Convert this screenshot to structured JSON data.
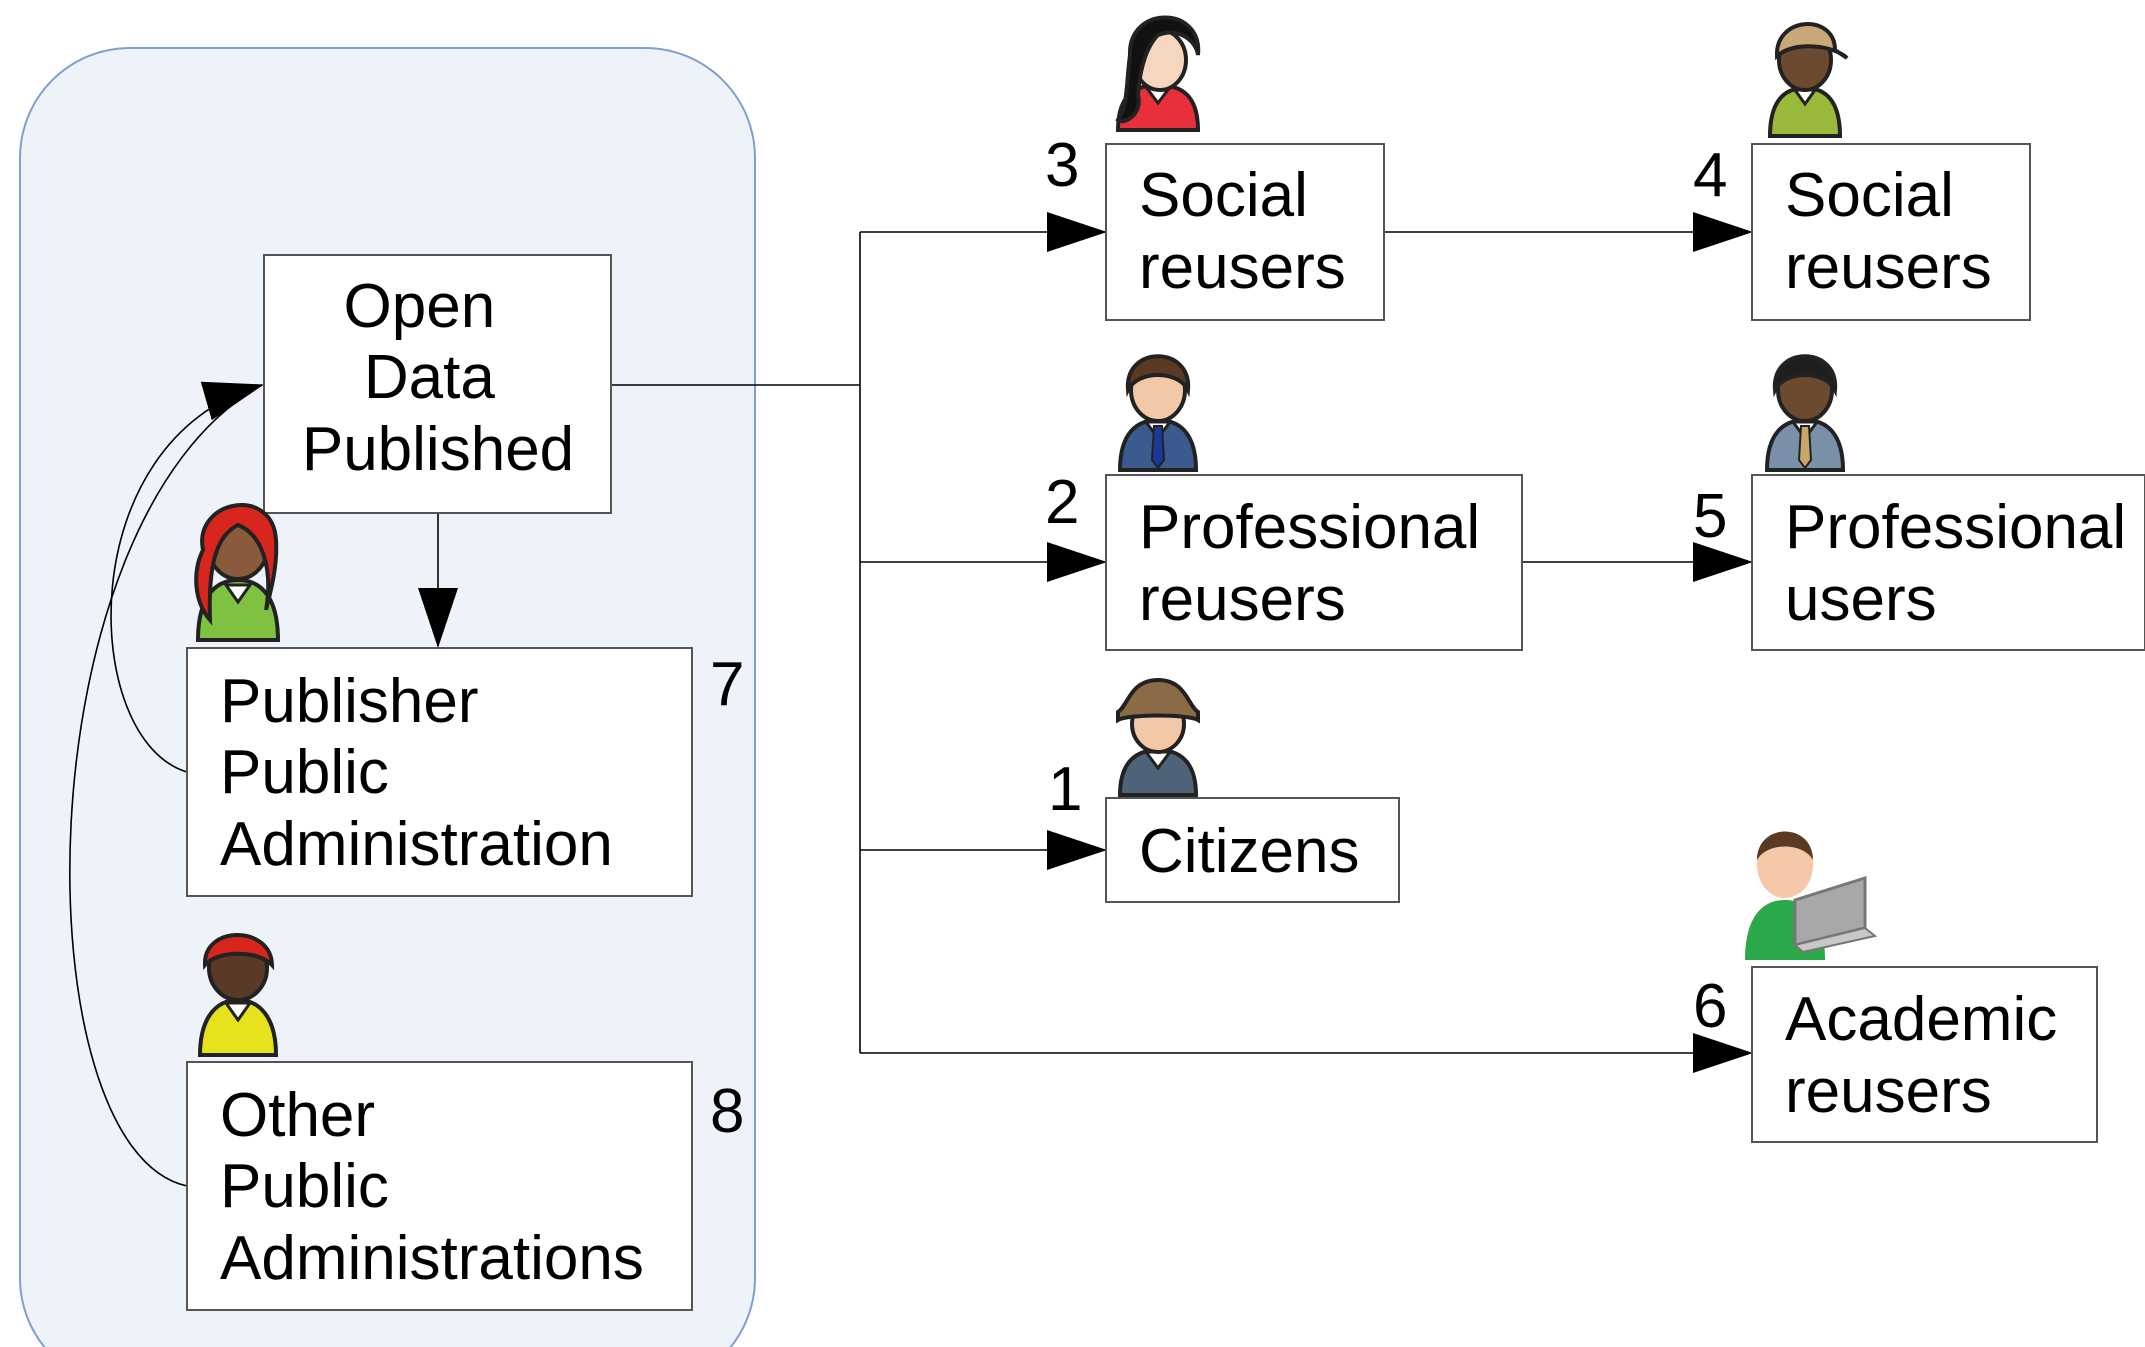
{
  "colors": {
    "region_fill": "#eef3f9",
    "region_stroke": "#7f9fcf",
    "box_stroke": "#555555",
    "line": "#000000"
  },
  "nodes": {
    "open_data": {
      "lines": [
        "Open",
        "Data",
        "Published"
      ]
    },
    "publisher_pa": {
      "lines": [
        "Publisher",
        "Public",
        "Administration"
      ],
      "number": "7"
    },
    "other_pa": {
      "lines": [
        "Other",
        "Public",
        "Administrations"
      ],
      "number": "8"
    },
    "social_reusers_3": {
      "lines": [
        "Social",
        "reusers"
      ],
      "number": "3"
    },
    "social_reusers_4": {
      "lines": [
        "Social",
        "reusers"
      ],
      "number": "4"
    },
    "professional_reusers": {
      "lines": [
        "Professional",
        "reusers"
      ],
      "number": "2"
    },
    "professional_users": {
      "lines": [
        "Professional",
        "users"
      ],
      "number": "5"
    },
    "citizens": {
      "lines": [
        "Citizens"
      ],
      "number": "1"
    },
    "academic_reusers": {
      "lines": [
        "Academic",
        "reusers"
      ],
      "number": "6"
    }
  },
  "icons": {
    "publisher_pa": "woman-red-hair-green-shirt-avatar",
    "other_pa": "woman-red-cap-yellow-shirt-avatar",
    "social_reusers_3": "woman-black-hair-red-shirt-avatar",
    "social_reusers_4": "man-cap-green-shirt-avatar",
    "professional_reusers": "businessman-blue-suit-avatar",
    "professional_users": "businessman-dark-skin-avatar",
    "citizens": "man-hat-avatar",
    "academic_reusers": "student-laptop-avatar"
  }
}
